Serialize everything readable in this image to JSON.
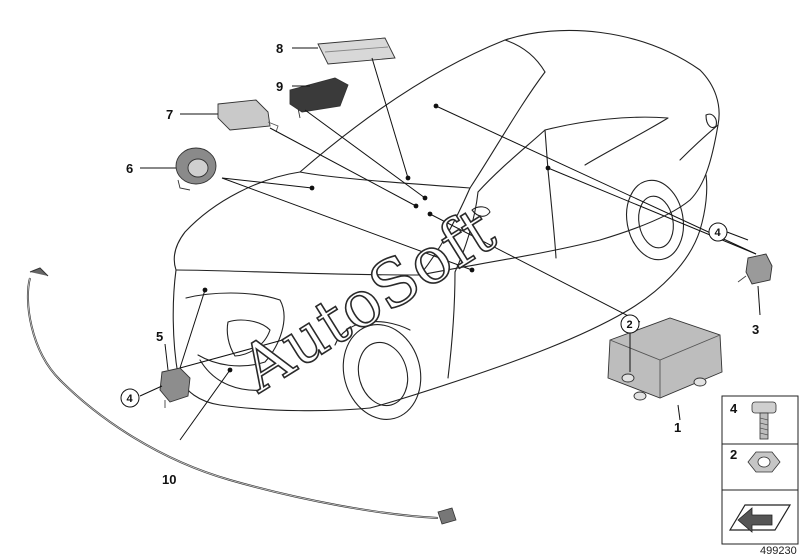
{
  "diagram_id": "499230",
  "watermark": "AutoSoft",
  "callouts": {
    "p1": "1",
    "p2": "2",
    "p3": "3",
    "p4_right": "4",
    "p4_left": "4",
    "p5": "5",
    "p6": "6",
    "p7": "7",
    "p8": "8",
    "p9": "9",
    "p10": "10"
  },
  "legend": {
    "bolt_label": "4",
    "nut_label": "2"
  },
  "icons": [
    "airbag-control-unit-icon",
    "crash-sensor-icon",
    "bolt-icon",
    "nut-icon",
    "parts-box-arrow-icon"
  ]
}
